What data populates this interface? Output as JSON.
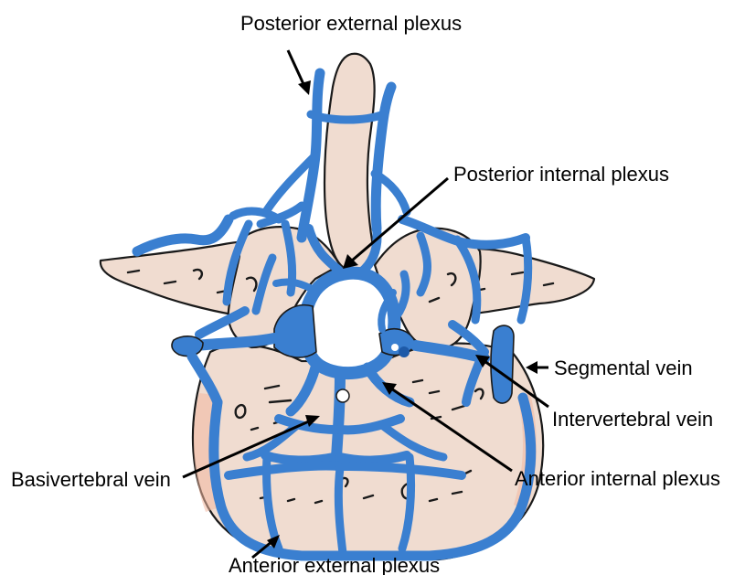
{
  "labels": {
    "posterior_external_plexus": "Posterior external plexus",
    "posterior_internal_plexus": "Posterior internal plexus",
    "segmental_vein": "Segmental vein",
    "intervertebral_vein": "Intervertebral vein",
    "anterior_internal_plexus": "Anterior internal plexus",
    "basivertebral_vein": "Basivertebral vein",
    "anterior_external_plexus": "Anterior external plexus"
  },
  "colors": {
    "vein": "#3a7fd0",
    "bone": "#f0dcd0",
    "bone_highlight": "#f2b8a0",
    "outline": "#1a1a1a"
  }
}
